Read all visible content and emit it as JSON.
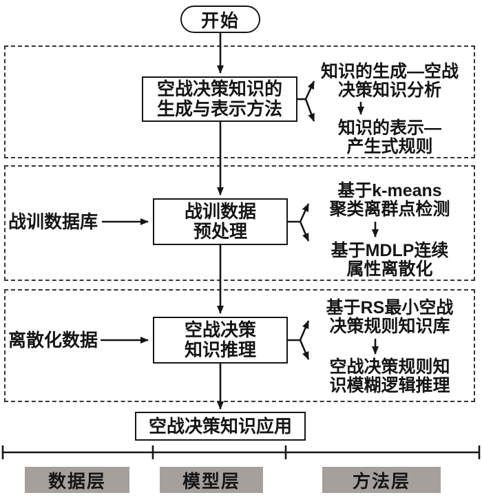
{
  "colors": {
    "layer_bg": "#a5a09b",
    "line": "#151515"
  },
  "flow": {
    "start": "开始",
    "stage1": {
      "box": [
        "空战决策知识的",
        "生成与表示方法"
      ],
      "branch1": [
        "知识的生成—空战",
        "决策知识分析"
      ],
      "branch2": [
        "知识的表示—",
        "产生式规则"
      ]
    },
    "stage2": {
      "input": "战训数据库",
      "box": [
        "战训数据",
        "预处理"
      ],
      "branch1": [
        "基于k-means",
        "聚类离群点检测"
      ],
      "branch2": [
        "基于MDLP连续",
        "属性离散化"
      ]
    },
    "stage3": {
      "input": "离散化数据",
      "box": [
        "空战决策",
        "知识推理"
      ],
      "branch1": [
        "基于RS最小空战",
        "决策规则知识库"
      ],
      "branch2": [
        "空战决策规则知",
        "识模糊逻辑推理"
      ]
    },
    "final": "空战决策知识应用",
    "layers": [
      "数据层",
      "模型层",
      "方法层"
    ]
  }
}
